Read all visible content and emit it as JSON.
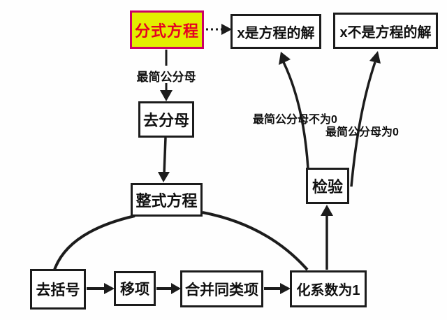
{
  "colors": {
    "highlight_bg": "#e3ee00",
    "highlight_border": "#cc0066",
    "highlight_text": "#e60023",
    "line_color": "#1c1c1c"
  },
  "nodes": {
    "fenshi": {
      "label": "分式方程"
    },
    "x_is": {
      "label": "x是方程的解"
    },
    "x_not": {
      "label": "x不是方程的解"
    },
    "qu_fenmu": {
      "label": "去分母"
    },
    "zhengshi": {
      "label": "整式方程"
    },
    "qu_kuohao": {
      "label": "去括号"
    },
    "yi_xiang": {
      "label": "移项"
    },
    "hebing": {
      "label": "合并同类项"
    },
    "hua_xishu": {
      "label": "化系数为1"
    },
    "jianyan": {
      "label": "检验"
    }
  },
  "edge_labels": {
    "common_denominator": "最简公分母",
    "denominator_not_zero": "最简公分母不为0",
    "denominator_zero": "最简公分母为0"
  }
}
